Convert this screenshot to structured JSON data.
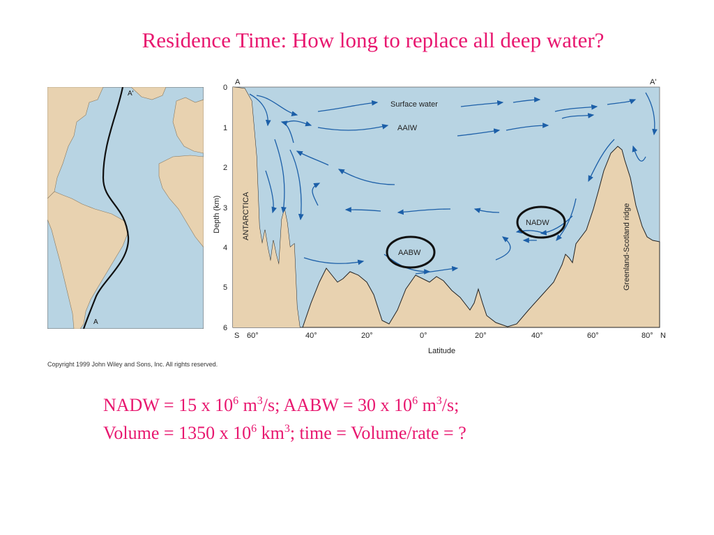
{
  "title": "Residence Time:  How long to replace all deep water?",
  "map": {
    "label_a": "A",
    "label_a_prime": "A'"
  },
  "section": {
    "label_a": "A",
    "label_a_prime": "A'",
    "ylabel": "Depth (km)",
    "xlabel": "Latitude",
    "depth_ticks": [
      "0",
      "1",
      "2",
      "3",
      "4",
      "5",
      "6"
    ],
    "lat_ticks": [
      "60°",
      "40°",
      "20°",
      "0°",
      "20°",
      "40°",
      "60°",
      "80°"
    ],
    "lat_south": "S",
    "lat_north": "N",
    "surface_water": "Surface water",
    "aaiw": "AAIW",
    "nadw": "NADW",
    "aabw": "AABW",
    "antarctica": "ANTARCTICA",
    "ridge": "Greenland-Scotland ridge"
  },
  "copyright": "Copyright 1999 John Wiley and Sons, Inc. All rights reserved.",
  "equation_line1": {
    "a": "NADW = 15 x 10",
    "a_exp": "6",
    "b": " m",
    "b_exp": "3",
    "c": "/s; AABW = 30 x 10",
    "c_exp": "6",
    "d": " m",
    "d_exp": "3",
    "e": "/s;"
  },
  "equation_line2": {
    "a": "Volume = 1350 x 10",
    "a_exp": "6",
    "b": " km",
    "b_exp": "3",
    "c": "; time = Volume/rate = ?"
  },
  "colors": {
    "accent": "#e8176f",
    "ocean": "#b8d4e3",
    "land": "#e8d2b0",
    "arrow": "#1c5fa8"
  }
}
